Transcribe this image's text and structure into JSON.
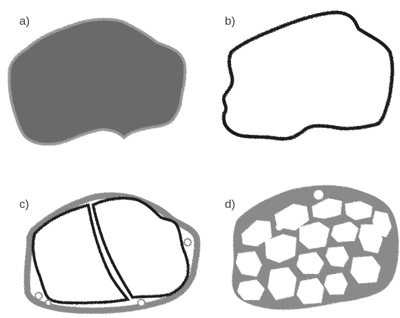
{
  "panels": [
    {
      "label": "a)"
    },
    {
      "label": "b)"
    },
    {
      "label": "c)"
    },
    {
      "label": "d)"
    }
  ],
  "colors": {
    "fill_gray": "#6a6a6a",
    "speckle_gray": "#8a8a8a",
    "outline_dark": "#1c1c1c",
    "background": "#ffffff"
  }
}
